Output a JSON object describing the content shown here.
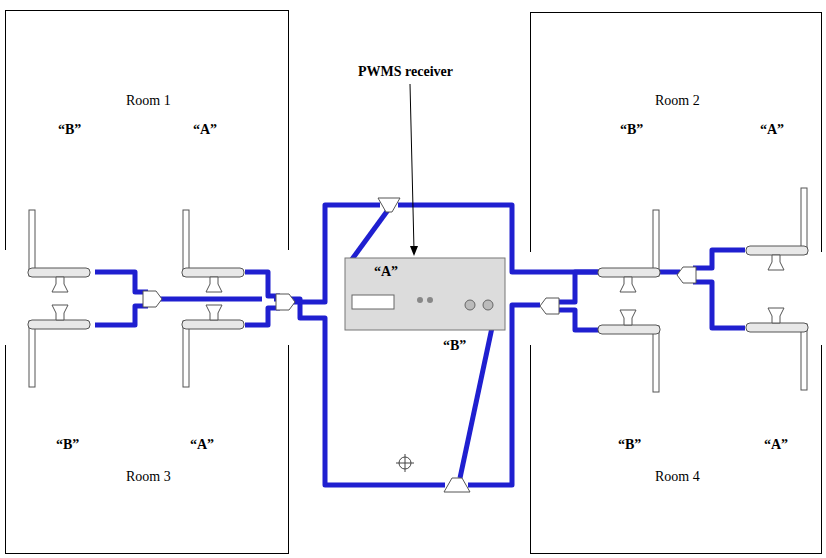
{
  "diagram": {
    "nodes": [
      {
        "text": [
          "Room 1"
        ]
      },
      {
        "text": [
          "Room 2"
        ]
      },
      {
        "text": [
          "Room 3"
        ]
      },
      {
        "text": [
          "Room 4"
        ]
      }
    ],
    "labels": [
      "“B”",
      "“A”",
      "PWMS receiver",
      "“B”",
      "“A”",
      "“A”",
      "“B”",
      "“A”",
      "“B”",
      "“B”",
      "“A”"
    ]
  }
}
